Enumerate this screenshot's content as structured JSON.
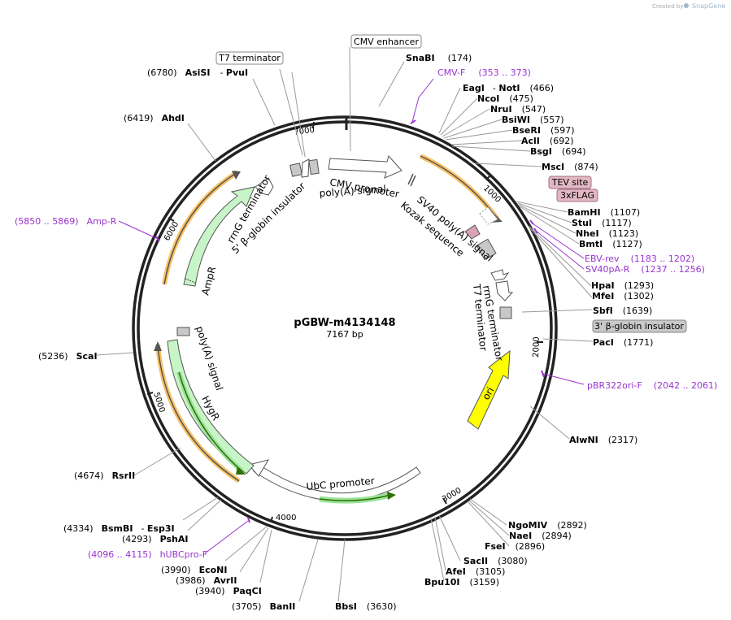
{
  "credit": {
    "text": "Created by",
    "brand": "SnapGene"
  },
  "plasmid": {
    "name": "pGBW-m4134148",
    "length": "7167 bp"
  },
  "ticks": [
    "1000",
    "2000",
    "3000",
    "4000",
    "5000",
    "6000",
    "7000"
  ],
  "boxed_features": {
    "cmv_enhancer": "CMV enhancer",
    "t7_terminator_top": "T7 terminator",
    "tev_site": "TEV site",
    "flag": "3xFLAG",
    "bglobin_insulator": "3' β-globin insulator"
  },
  "feature_labels": {
    "cmv_promoter": "CMV promoter",
    "polya_top": "poly(A) signal",
    "sv40_polya": "SV40 poly(A) signal",
    "kozak": "Kozak sequence",
    "rrng_term_right": "rrnG terminator",
    "t7_term_right": "T7 terminator",
    "ori": "ori",
    "ubc_promoter": "UbC promoter",
    "hygr": "HygR",
    "polya_left": "poly(A) signal",
    "ampr": "AmpR",
    "rrng_term_left": "rrnG terminator",
    "bglobin_left": "5' β-globin insulator"
  },
  "enzymes": [
    {
      "name": "SnaBI",
      "pos": "(174)"
    },
    {
      "name": "EagI",
      "name2": "NotI",
      "pos": "(466)"
    },
    {
      "name": "NcoI",
      "pos": "(475)"
    },
    {
      "name": "NruI",
      "pos": "(547)"
    },
    {
      "name": "BsiWI",
      "pos": "(557)"
    },
    {
      "name": "BseRI",
      "pos": "(597)"
    },
    {
      "name": "AclI",
      "pos": "(692)"
    },
    {
      "name": "BsgI",
      "pos": "(694)"
    },
    {
      "name": "MscI",
      "pos": "(874)"
    },
    {
      "name": "BamHI",
      "pos": "(1107)"
    },
    {
      "name": "StuI",
      "pos": "(1117)"
    },
    {
      "name": "NheI",
      "pos": "(1123)"
    },
    {
      "name": "BmtI",
      "pos": "(1127)"
    },
    {
      "name": "HpaI",
      "pos": "(1293)"
    },
    {
      "name": "MfeI",
      "pos": "(1302)"
    },
    {
      "name": "SbfI",
      "pos": "(1639)"
    },
    {
      "name": "PacI",
      "pos": "(1771)"
    },
    {
      "name": "AlwNI",
      "pos": "(2317)"
    },
    {
      "name": "NgoMIV",
      "pos": "(2892)"
    },
    {
      "name": "NaeI",
      "pos": "(2894)"
    },
    {
      "name": "FseI",
      "pos": "(2896)"
    },
    {
      "name": "SacII",
      "pos": "(3080)"
    },
    {
      "name": "AfeI",
      "pos": "(3105)"
    },
    {
      "name": "Bpu10I",
      "pos": "(3159)"
    },
    {
      "name": "BbsI",
      "pos": "(3630)"
    },
    {
      "name": "BanII",
      "pos": "(3705)"
    },
    {
      "name": "PaqCI",
      "pos": "(3940)"
    },
    {
      "name": "AvrII",
      "pos": "(3986)"
    },
    {
      "name": "EcoNI",
      "pos": "(3990)"
    },
    {
      "name": "PshAI",
      "pos": "(4293)"
    },
    {
      "name": "BsmBI",
      "name2": "Esp3I",
      "pos": "(4334)"
    },
    {
      "name": "RsrII",
      "pos": "(4674)"
    },
    {
      "name": "ScaI",
      "pos": "(5236)"
    },
    {
      "name": "AhdI",
      "pos": "(6419)"
    },
    {
      "name": "AsiSI",
      "name2": "PvuI",
      "pos": "(6780)"
    }
  ],
  "primers": [
    {
      "name": "CMV-F",
      "range": "(353 .. 373)"
    },
    {
      "name": "EBV-rev",
      "range": "(1183 .. 1202)"
    },
    {
      "name": "SV40pA-R",
      "range": "(1237 .. 1256)"
    },
    {
      "name": "pBR322ori-F",
      "range": "(2042 .. 2061)"
    },
    {
      "name": "hUBCpro-F",
      "range": "(4096 .. 4115)"
    },
    {
      "name": "Amp-R",
      "range": "(5850 .. 5869)"
    }
  ],
  "colors": {
    "ring": "#222222",
    "primer": "#9a33d0",
    "orange_orf": "#f5a623",
    "green_feature": "#c8f5c8",
    "ori": "#ffff00",
    "tag_box": "#e3b7c4",
    "gray_box": "#c8c8c8"
  }
}
